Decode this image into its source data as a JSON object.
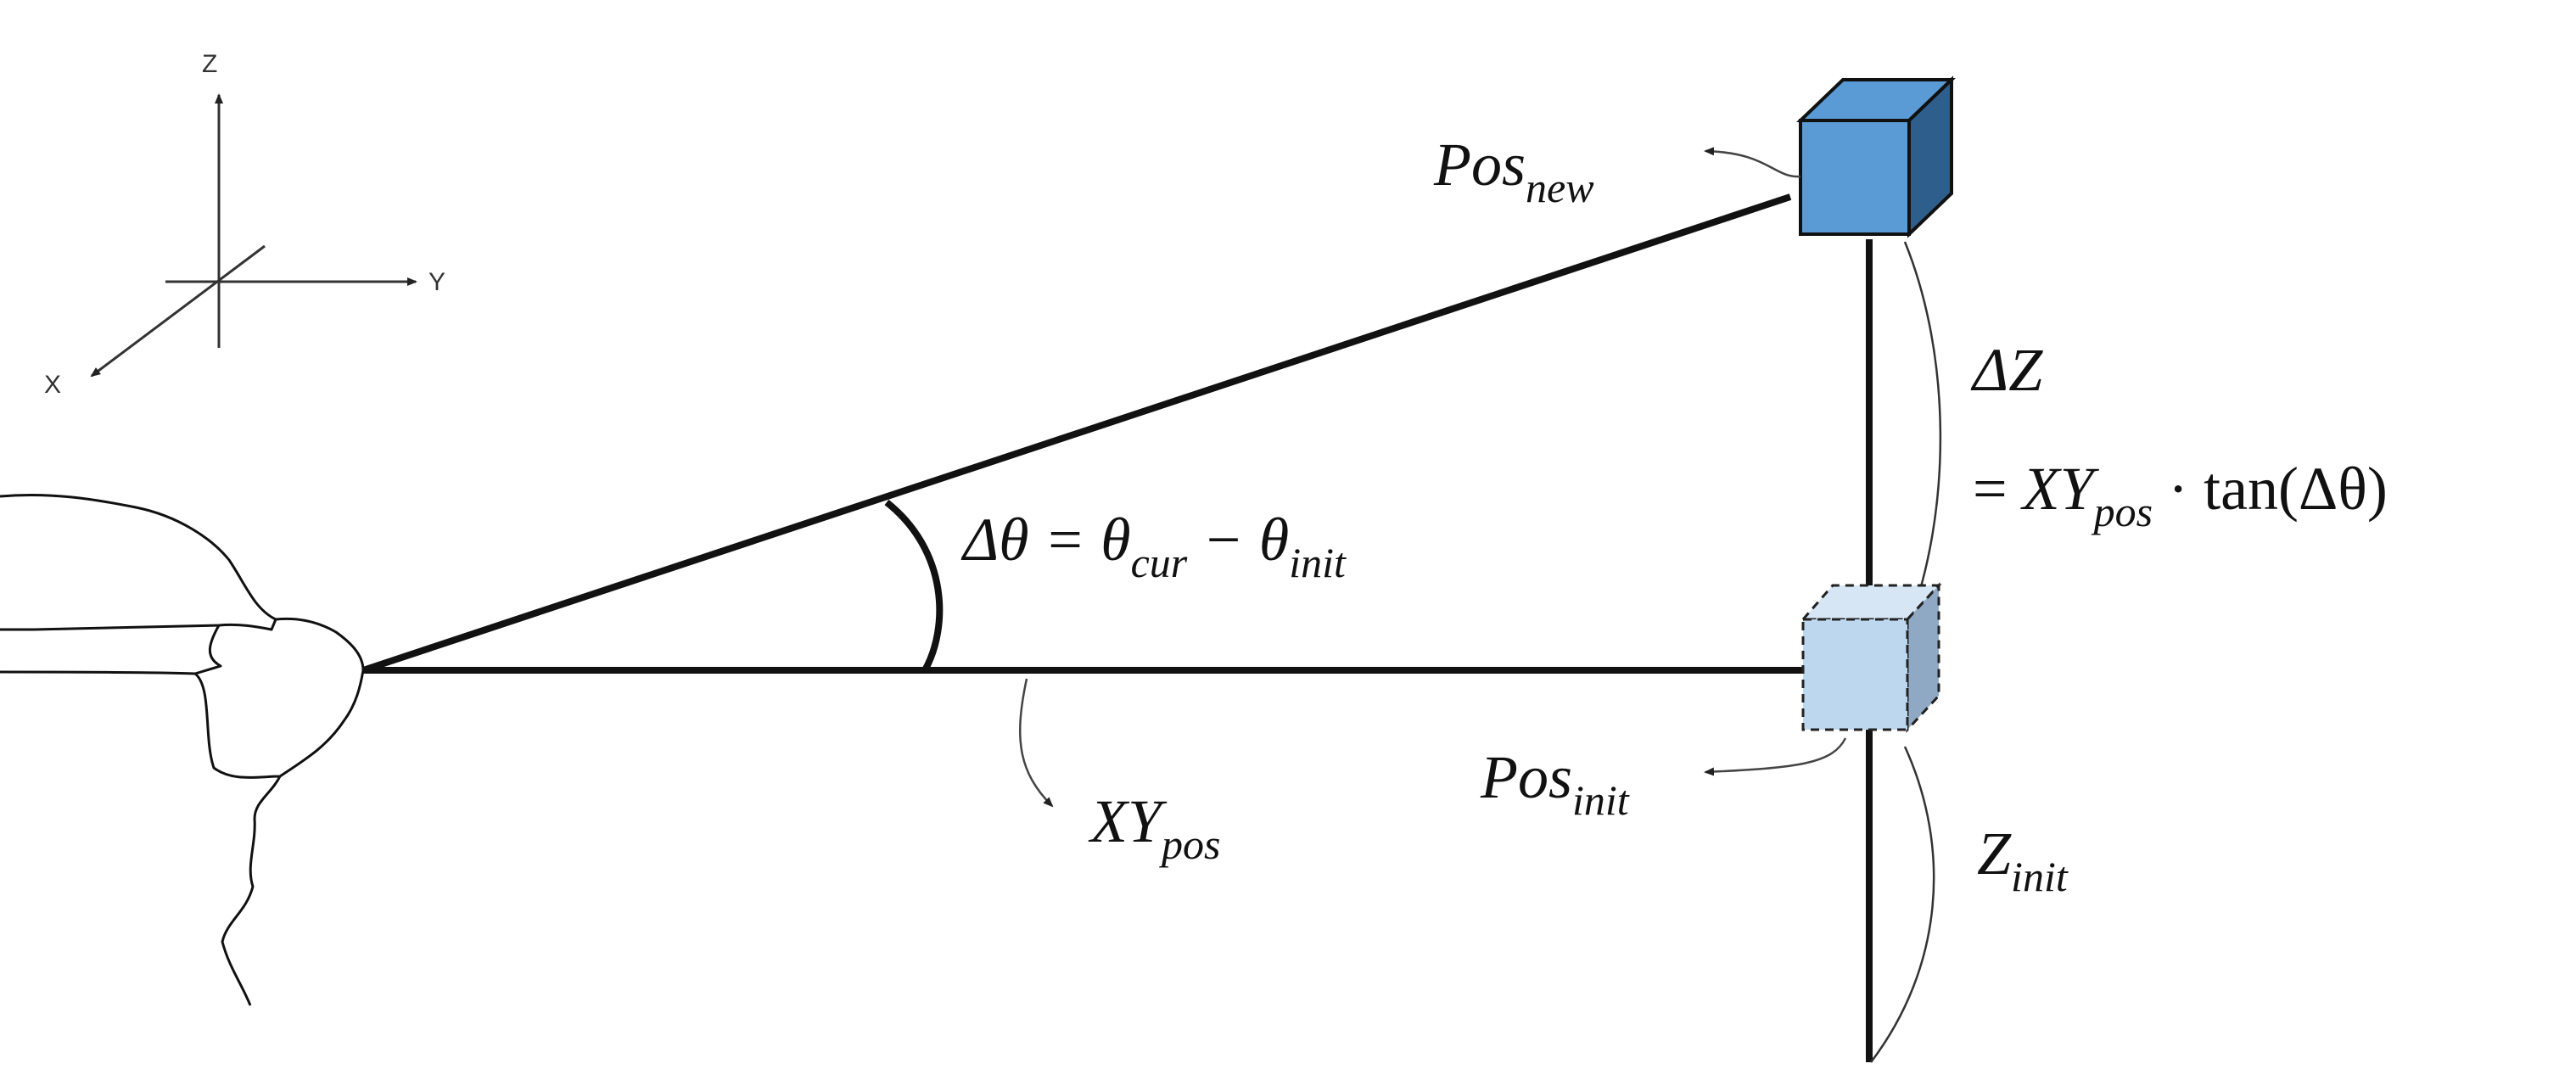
{
  "axes": {
    "z": "Z",
    "y": "Y",
    "x": "X"
  },
  "labels": {
    "pos_new": {
      "base": "Pos",
      "sub": "new"
    },
    "pos_init": {
      "base": "Pos",
      "sub": "init"
    },
    "xy_pos": {
      "base": "XY",
      "sub": "pos"
    },
    "z_init": {
      "base": "Z",
      "sub": "init"
    },
    "angle": {
      "lhs": "Δθ = θ",
      "sub1": "cur",
      "mid": " − θ",
      "sub2": "init"
    },
    "delta_z": {
      "line1": "ΔZ",
      "eq": "= ",
      "base": "XY",
      "sub": "pos",
      "tail": " · tan(Δθ)"
    }
  },
  "colors": {
    "cube_new": "#5b9bd5",
    "cube_new_dark": "#2e5f8c",
    "cube_init": "#bdd7ee",
    "stroke": "#111111"
  }
}
